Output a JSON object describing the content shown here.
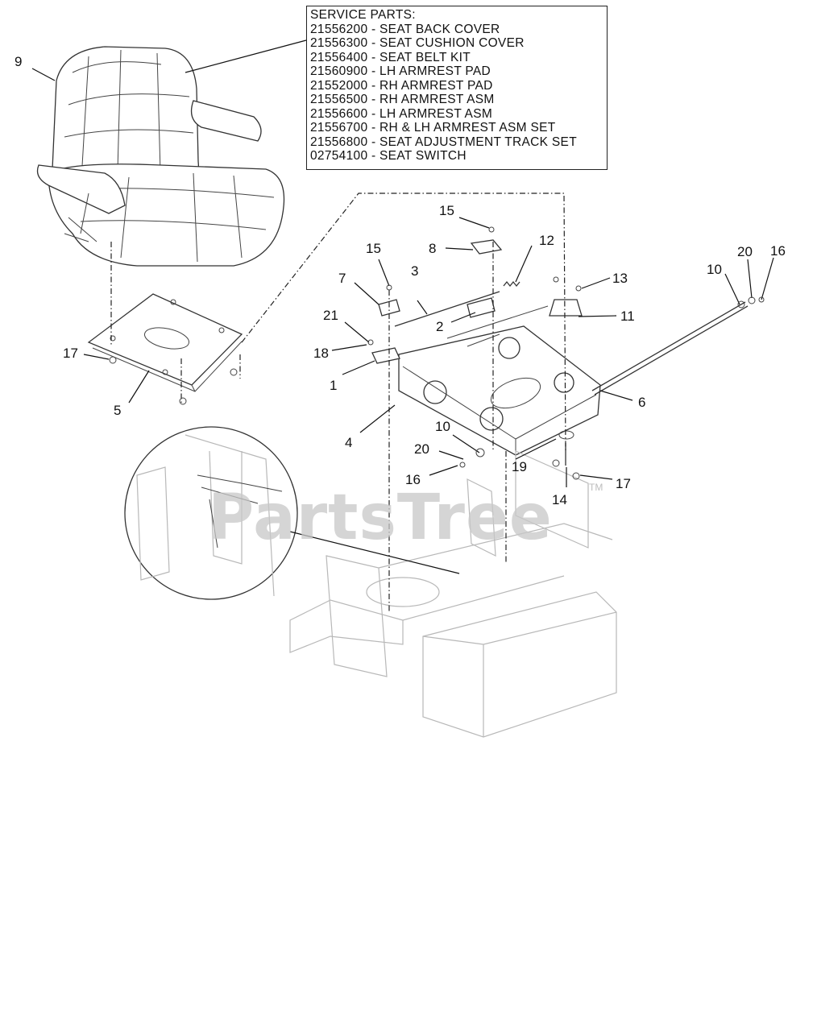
{
  "service_parts": {
    "title": "SERVICE PARTS:",
    "items": [
      "21556200 - SEAT BACK COVER",
      "21556300 - SEAT CUSHION COVER",
      "21556400 - SEAT BELT KIT",
      "21560900 - LH ARMREST PAD",
      "21552000 - RH ARMREST PAD",
      "21556500 - RH ARMREST ASM",
      "21556600 - LH ARMREST ASM",
      "21556700 - RH & LH ARMREST ASM SET",
      "21556800 - SEAT ADJUSTMENT TRACK SET",
      "02754100 - SEAT SWITCH"
    ]
  },
  "callouts": {
    "c9": "9",
    "c15a": "15",
    "c8": "8",
    "c12": "12",
    "c15b": "15",
    "c3": "3",
    "c7": "7",
    "c13": "13",
    "c10a": "10",
    "c20a": "20",
    "c16a": "16",
    "c21": "21",
    "c2": "2",
    "c11": "11",
    "c18": "18",
    "c17a": "17",
    "c1": "1",
    "c6": "6",
    "c5": "5",
    "c4": "4",
    "c10b": "10",
    "c20b": "20",
    "c19": "19",
    "c16b": "16",
    "c17b": "17",
    "c14": "14"
  },
  "watermark": {
    "text": "PartsTree",
    "tm": "TM"
  }
}
